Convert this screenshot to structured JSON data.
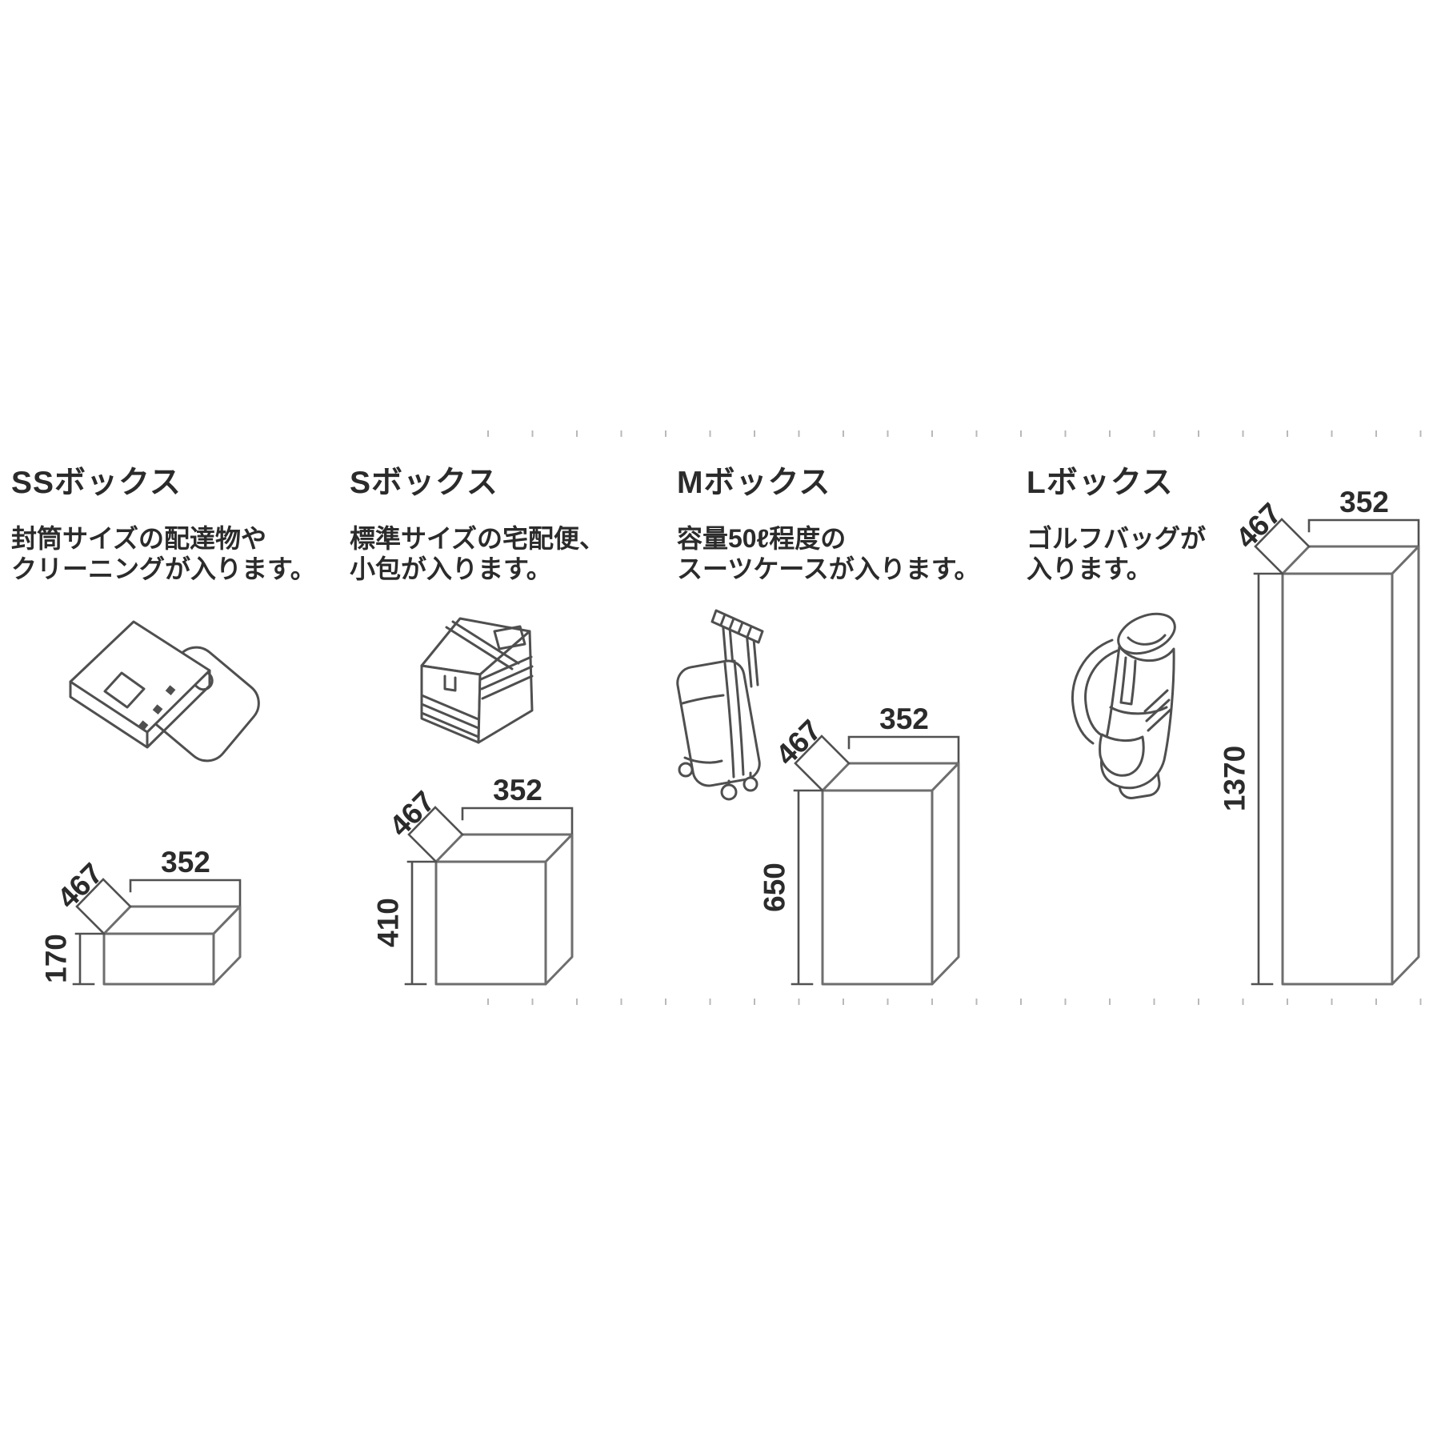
{
  "page": {
    "background": "#ffffff",
    "line_color": "#6e6e6e",
    "text_color": "#2b2b2b"
  },
  "columns": [
    {
      "id": "ss",
      "title": "SSボックス",
      "description_lines": [
        "封筒サイズの配達物や",
        "クリーニングが入ります。"
      ],
      "illustration": "envelope-and-laundry-bag-icon",
      "dimensions": {
        "width": "352",
        "depth": "467",
        "height": "170"
      }
    },
    {
      "id": "s",
      "title": "Sボックス",
      "description_lines": [
        "標準サイズの宅配便、",
        "小包が入ります。"
      ],
      "illustration": "parcel-box-icon",
      "dimensions": {
        "width": "352",
        "depth": "467",
        "height": "410"
      }
    },
    {
      "id": "m",
      "title": "Mボックス",
      "description_lines": [
        "容量50ℓ程度の",
        "スーツケースが入ります。"
      ],
      "illustration": "suitcase-icon",
      "dimensions": {
        "width": "352",
        "depth": "467",
        "height": "650"
      }
    },
    {
      "id": "l",
      "title": "Lボックス",
      "description_lines": [
        "ゴルフバッグが",
        "入ります。"
      ],
      "illustration": "golf-bag-icon",
      "dimensions": {
        "width": "352",
        "depth": "467",
        "height": "1370"
      }
    }
  ]
}
